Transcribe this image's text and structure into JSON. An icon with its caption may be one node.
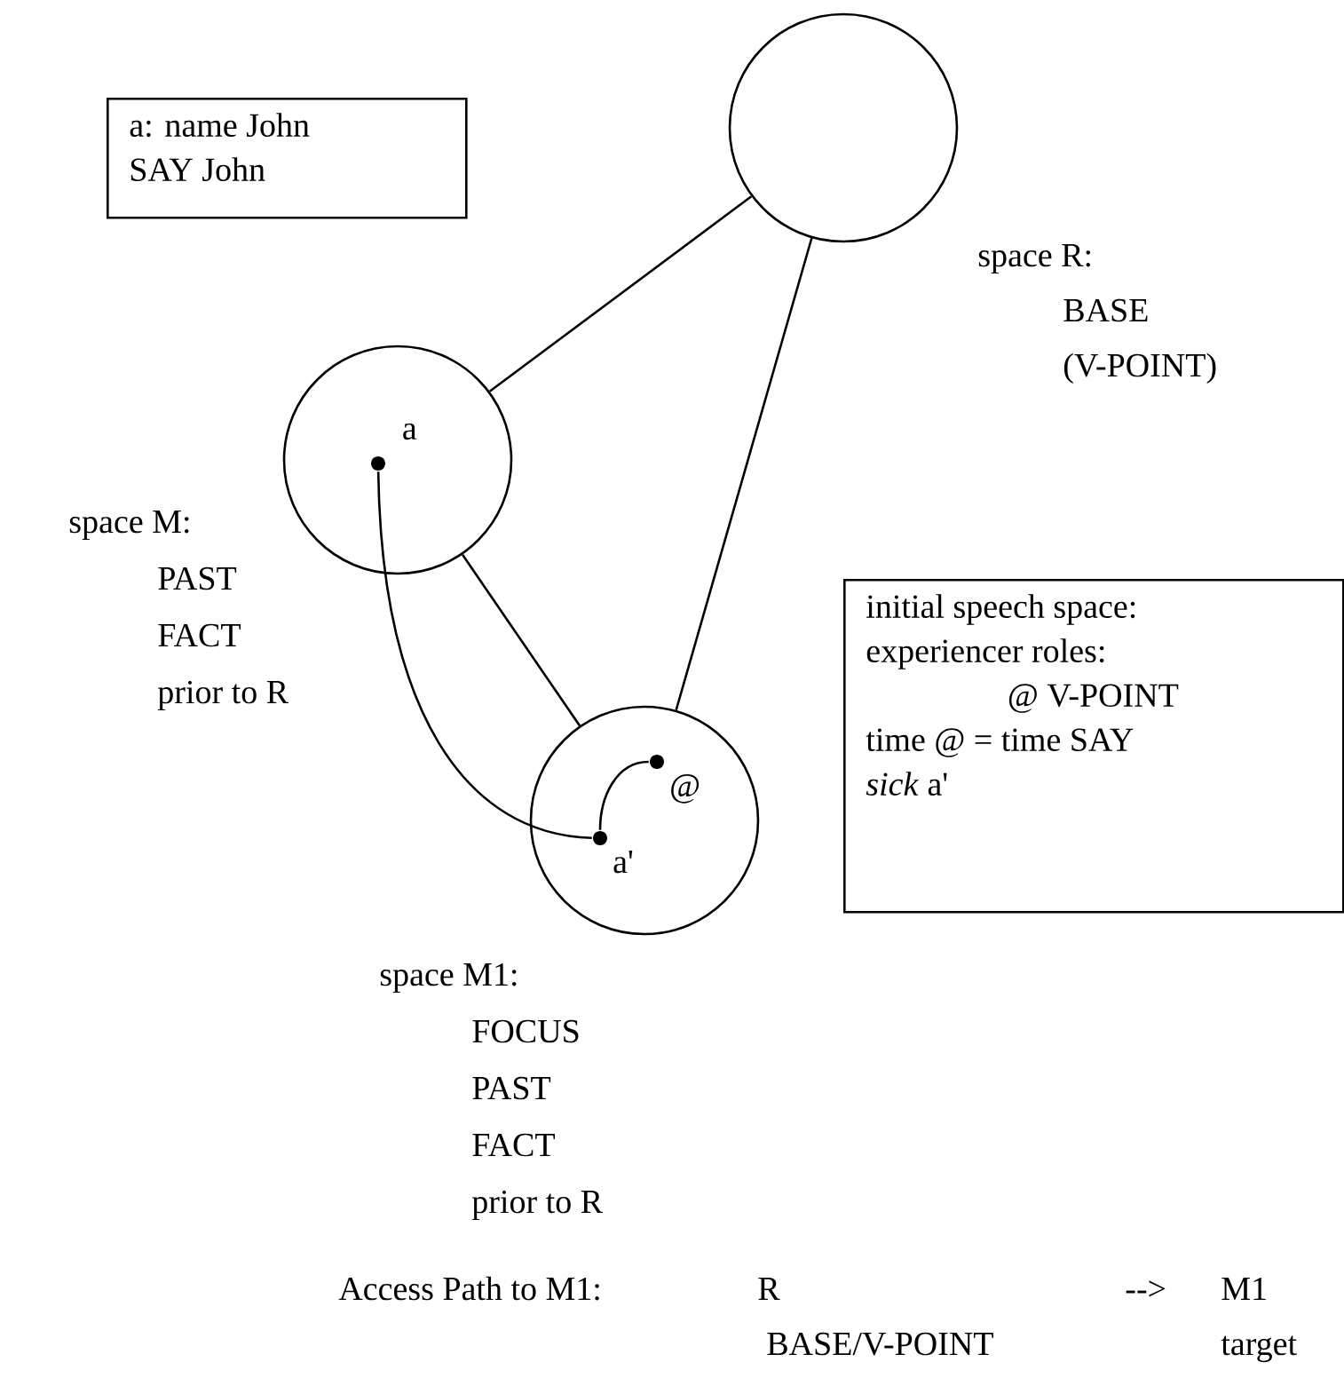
{
  "diagram": {
    "nodes": [
      {
        "text": [],
        "shape": "circle",
        "beside": [
          "space R:",
          "BASE",
          "(V-POINT)"
        ]
      },
      {
        "text": [],
        "shape": "circle",
        "beside": [
          "space M:",
          "PAST",
          "FACT",
          "prior to R"
        ]
      },
      {
        "text": [
          "a"
        ],
        "in": 1
      },
      {
        "text": [],
        "shape": "circle",
        "beside": [
          "space M1:",
          "FOCUS",
          "PAST",
          "FACT",
          "prior to R"
        ]
      },
      {
        "text": [
          "a'"
        ],
        "in": 3
      },
      {
        "text": [
          "@"
        ],
        "in": 3
      },
      {
        "text": [
          "a: name John",
          "SAY John"
        ]
      },
      {
        "text": [
          "initial speech space:",
          "experiencer roles:",
          "@ V-POINT",
          "time @ = time SAY",
          "*sick* a'"
        ]
      }
    ],
    "edges": [
      {
        "from": 0,
        "to": 1,
        "arrow": "none"
      },
      {
        "from": 0,
        "to": 3,
        "arrow": "none"
      },
      {
        "from": 1,
        "to": 3,
        "arrow": "none"
      },
      {
        "from": 2,
        "to": 4,
        "arrow": "none"
      },
      {
        "from": 4,
        "to": 5,
        "arrow": "none"
      }
    ],
    "labels": [
      "Access Path to M1:",
      "R",
      "-->",
      "M1",
      "BASE/V-POINT",
      "target"
    ]
  }
}
